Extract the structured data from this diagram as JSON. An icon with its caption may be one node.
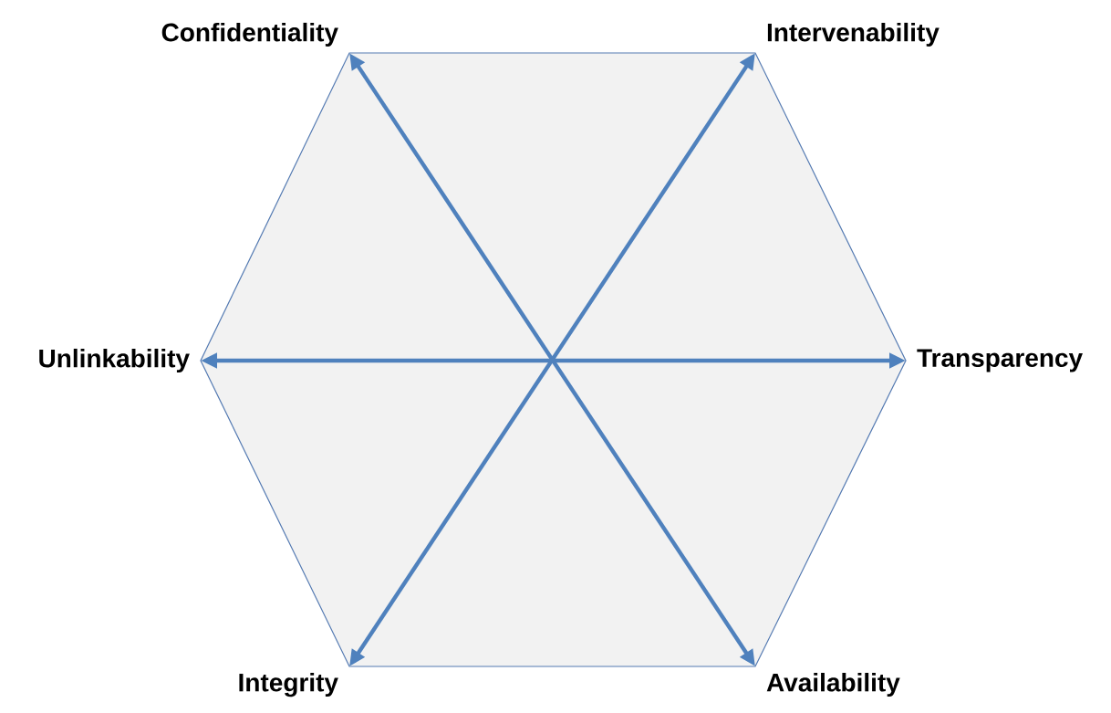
{
  "diagram": {
    "nodes": [
      {
        "text": [
          "Confidentiality"
        ]
      },
      {
        "text": [
          "Intervenability"
        ]
      },
      {
        "text": [
          "Unlinkability"
        ]
      },
      {
        "text": [
          "Transparency"
        ]
      },
      {
        "text": [
          "Integrity"
        ]
      },
      {
        "text": [
          "Availability"
        ]
      }
    ],
    "edges": [
      {
        "from": 0,
        "to": 5,
        "arrow": "both"
      },
      {
        "from": 1,
        "to": 4,
        "arrow": "both"
      },
      {
        "from": 2,
        "to": 3,
        "arrow": "both"
      }
    ]
  }
}
